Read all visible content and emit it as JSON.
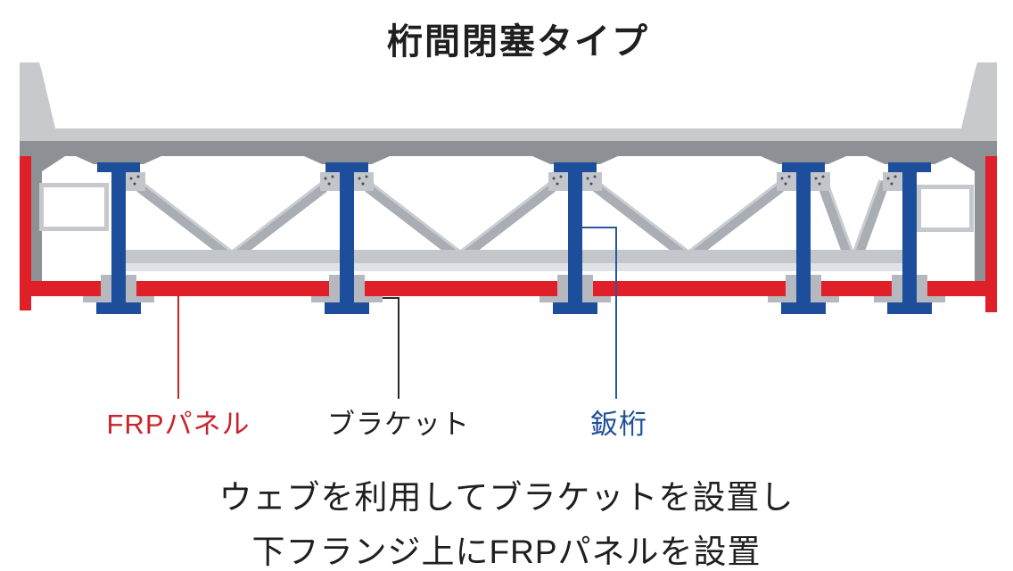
{
  "title": "桁間閉塞タイプ",
  "labels": {
    "frp_panel": "FRPパネル",
    "bracket": "ブラケット",
    "plate_girder": "鈑桁"
  },
  "caption": {
    "line1": "ウェブを利用してブラケットを設置し",
    "line2": "下フランジ上にFRPパネルを設置"
  },
  "diagram": {
    "girder_count": 5,
    "bay_count": 4,
    "components": [
      "FRPパネル",
      "ブラケット",
      "鈑桁"
    ]
  },
  "colors": {
    "girder-blue": "#1d4e9b",
    "frp-red": "#e02028",
    "label-red": "#c9242c",
    "deck-gray": "#c7c9cc",
    "deck-dark": "#8d9095",
    "diag-gray": "#a9adb4",
    "bracket-gray": "#b5b8be",
    "leader-blue": "#2c57a0",
    "ink": "#1f1f1f"
  }
}
